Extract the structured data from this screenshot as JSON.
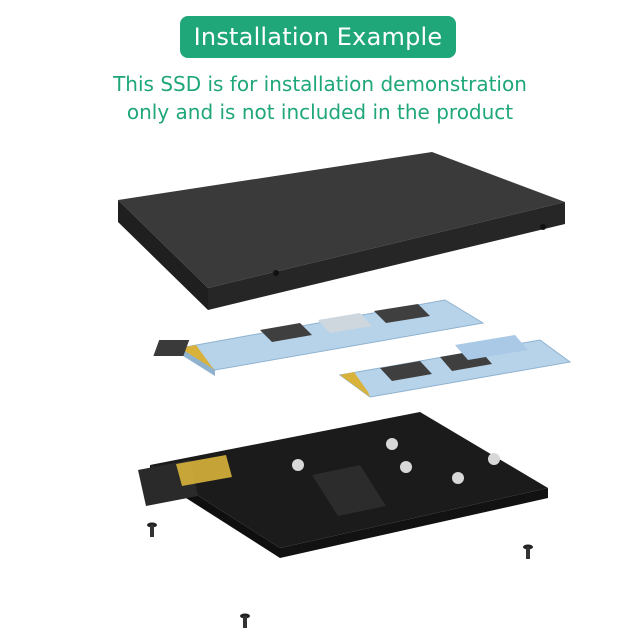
{
  "header": {
    "title": "Installation Example",
    "note_line1": "This SSD is for installation demonstration",
    "note_line2": "only and is not included in the product"
  },
  "colors": {
    "accent": "#1fa77a",
    "ssd_case": "#2b2b2b",
    "nvme_board": "#b7d3ea",
    "adapter_board": "#1b1b1b",
    "gold_contacts": "#d8b23a"
  },
  "scene": {
    "items": [
      "2.5-inch SSD enclosure",
      "M.2 NVMe SSD",
      "M.2 SATA SSD",
      "adapter board",
      "screws"
    ]
  }
}
